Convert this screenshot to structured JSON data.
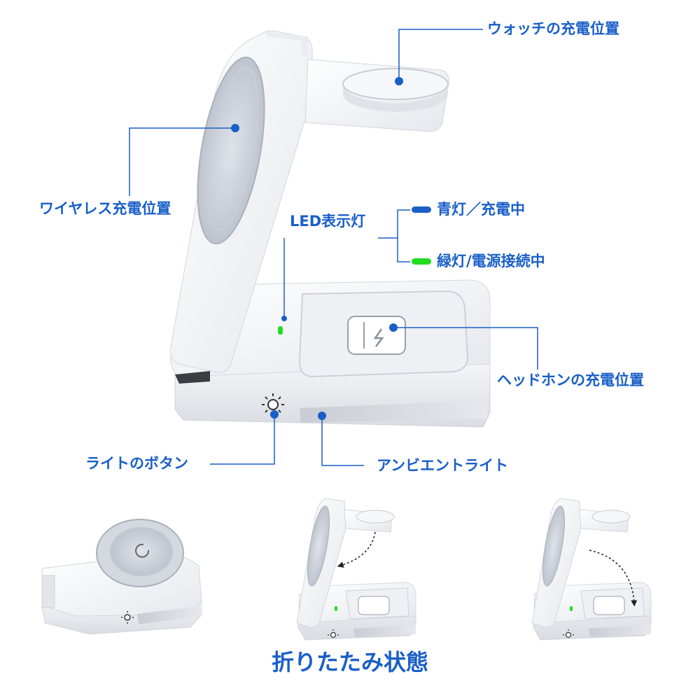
{
  "labels": {
    "watch": "ウォッチの充電位置",
    "wireless": "ワイヤレス充電位置",
    "led": "LED表示灯",
    "blue": "青灯／充電中",
    "green": "緑灯/電源接続中",
    "headphone": "ヘッドホンの充電位置",
    "light_button": "ライトのボタン",
    "ambient": "アンビエントライト"
  },
  "caption": "折りたたみ状態",
  "colors": {
    "accent": "#1a5fc8",
    "led_blue": "#1a5fc8",
    "led_green": "#22dd22"
  }
}
